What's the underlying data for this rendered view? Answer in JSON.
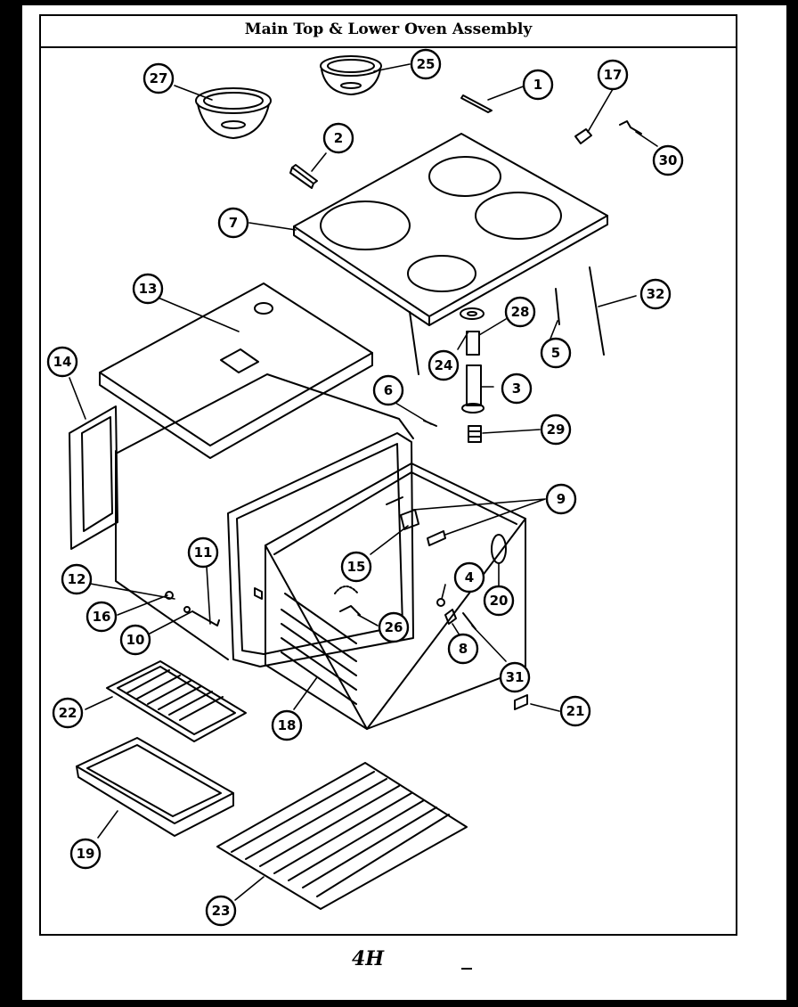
{
  "title": "Main Top & Lower Oven Assembly",
  "page_mark": "4H",
  "callouts": [
    {
      "label": "1"
    },
    {
      "label": "2"
    },
    {
      "label": "3"
    },
    {
      "label": "4"
    },
    {
      "label": "5"
    },
    {
      "label": "6"
    },
    {
      "label": "7"
    },
    {
      "label": "8"
    },
    {
      "label": "9"
    },
    {
      "label": "10"
    },
    {
      "label": "11"
    },
    {
      "label": "12"
    },
    {
      "label": "13"
    },
    {
      "label": "14"
    },
    {
      "label": "15"
    },
    {
      "label": "16"
    },
    {
      "label": "17"
    },
    {
      "label": "18"
    },
    {
      "label": "19"
    },
    {
      "label": "20"
    },
    {
      "label": "21"
    },
    {
      "label": "22"
    },
    {
      "label": "23"
    },
    {
      "label": "24"
    },
    {
      "label": "25"
    },
    {
      "label": "26"
    },
    {
      "label": "27"
    },
    {
      "label": "28"
    },
    {
      "label": "29"
    },
    {
      "label": "30"
    },
    {
      "label": "31"
    },
    {
      "label": "32"
    }
  ]
}
